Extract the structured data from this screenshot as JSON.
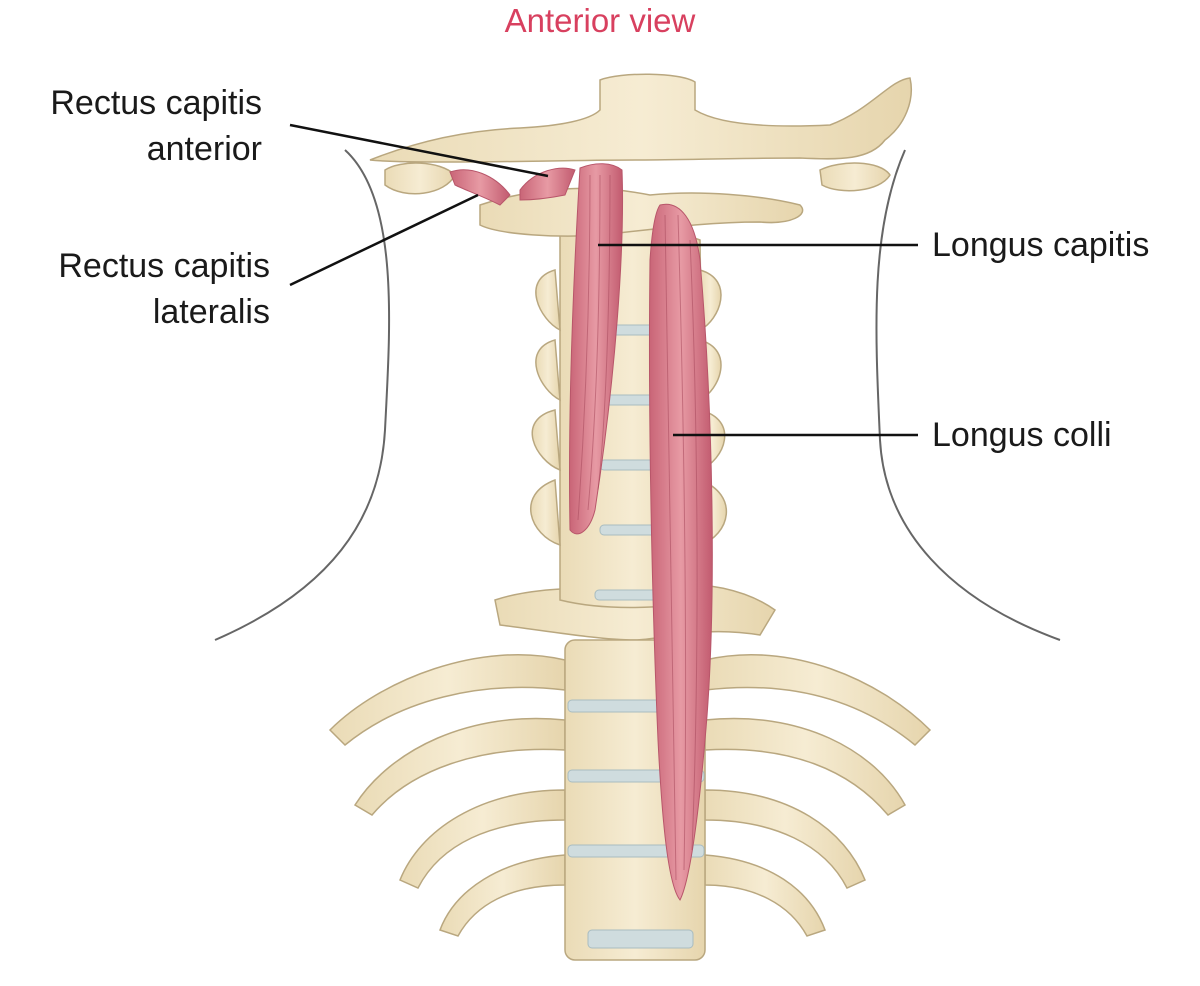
{
  "title": "Anterior view",
  "labels": {
    "rectus_capitis_anterior": [
      "Rectus capitis",
      "anterior"
    ],
    "rectus_capitis_lateralis": [
      "Rectus capitis",
      "lateralis"
    ],
    "longus_capitis": "Longus capitis",
    "longus_colli": "Longus colli"
  },
  "colors": {
    "title": "#d8405f",
    "bone": "#f2e6c8",
    "bone_outline": "#b9a77f",
    "muscle": "#d9848f",
    "muscle_dark": "#b8566a",
    "disc": "#cfdcde",
    "leader_line": "#111111",
    "neck_outline": "#555555"
  }
}
